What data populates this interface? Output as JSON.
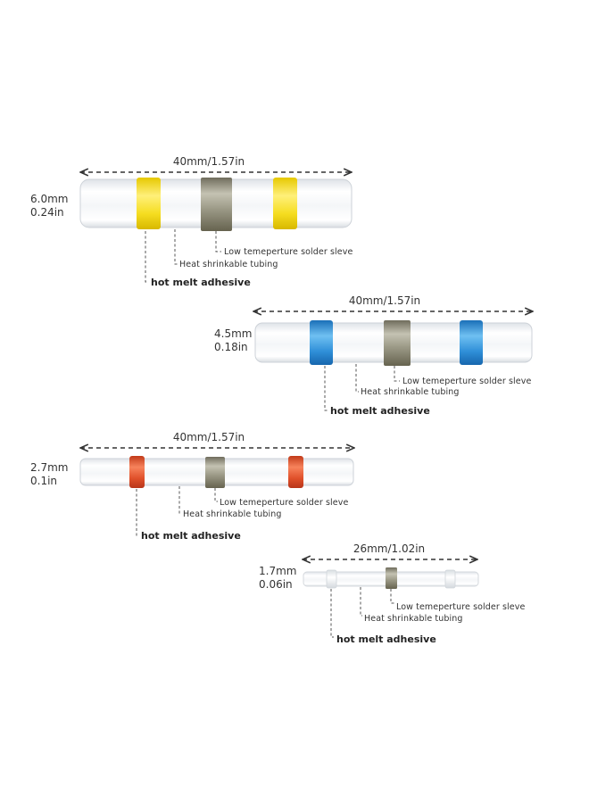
{
  "colors": {
    "tube": "#eef1f4",
    "tube_edge": "#c9ced4",
    "yellow": "#f2dc22",
    "blue": "#2a8fdc",
    "red": "#e2502a",
    "solder": "#9c9a88"
  },
  "connectors": [
    {
      "length_label": "40mm/1.57in",
      "diameter_mm": "6.0mm",
      "diameter_in": "0.24in",
      "band_color": "yellow",
      "solder_label": "Low temeperture solder sleve",
      "tubing_label": "Heat shrinkable tubing",
      "adhesive_label": "hot melt adhesive"
    },
    {
      "length_label": "40mm/1.57in",
      "diameter_mm": "4.5mm",
      "diameter_in": "0.18in",
      "band_color": "blue",
      "solder_label": "Low temeperture solder sleve",
      "tubing_label": "Heat shrinkable tubing",
      "adhesive_label": "hot melt adhesive"
    },
    {
      "length_label": "40mm/1.57in",
      "diameter_mm": "2.7mm",
      "diameter_in": "0.1in",
      "band_color": "red",
      "solder_label": "Low temeperture solder sleve",
      "tubing_label": "Heat shrinkable tubing",
      "adhesive_label": "hot melt adhesive"
    },
    {
      "length_label": "26mm/1.02in",
      "diameter_mm": "1.7mm",
      "diameter_in": "0.06in",
      "band_color": "clear",
      "solder_label": "Low temeperture solder sleve",
      "tubing_label": "Heat shrinkable tubing",
      "adhesive_label": "hot melt adhesive"
    }
  ]
}
